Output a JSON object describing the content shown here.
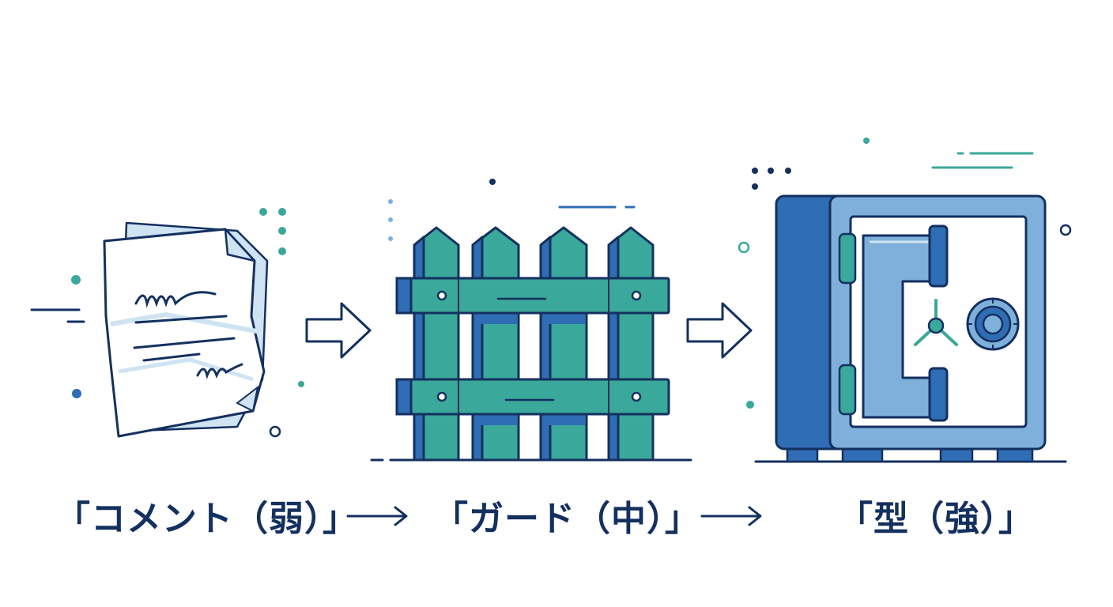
{
  "steps": [
    {
      "id": "comment",
      "label": "「コメント（弱）」",
      "icon": "document-icon"
    },
    {
      "id": "guard",
      "label": "「ガード（中）」",
      "icon": "fence-icon"
    },
    {
      "id": "type",
      "label": "「型（強）」",
      "icon": "safe-icon"
    }
  ],
  "colors": {
    "navy": "#14305f",
    "teal": "#3aa89a",
    "blue": "#2f6db5",
    "light_blue": "#7fb0dc",
    "pale_blue": "#cfe3f2"
  }
}
